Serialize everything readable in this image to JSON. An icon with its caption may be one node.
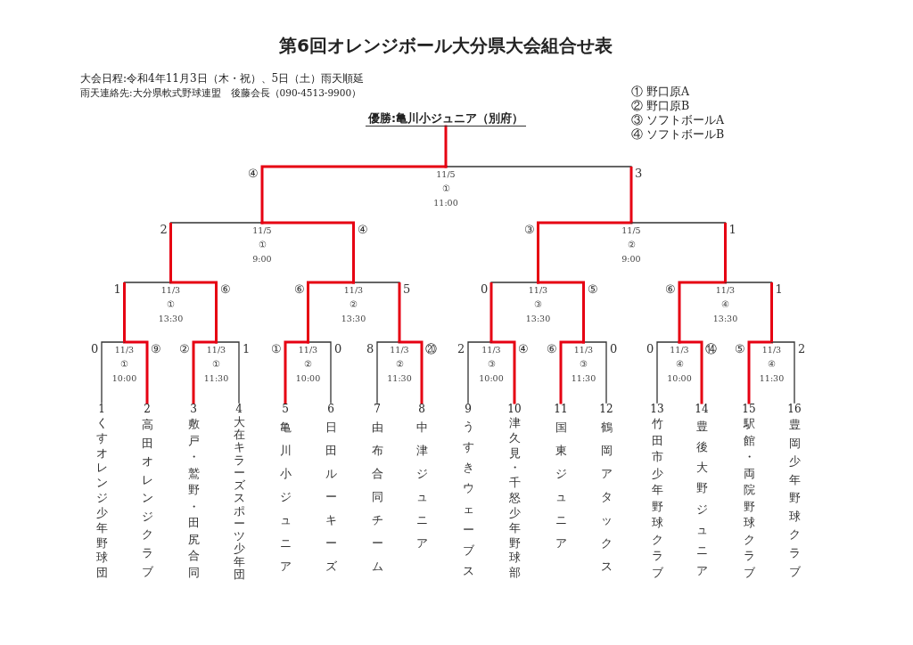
{
  "diagram": {
    "title": "第6回オレンジボール大分県大会組合せ表",
    "nodes": [
      {
        "text": [
          "優勝:亀川小ジュニア（別府）"
        ]
      },
      {
        "text": [
          "11/5",
          "①",
          "11:00"
        ]
      },
      {
        "text": [
          "11/5",
          "①",
          "9:00"
        ]
      },
      {
        "text": [
          "11/5",
          "②",
          "9:00"
        ]
      },
      {
        "text": [
          "11/3",
          "①",
          "13:30"
        ]
      },
      {
        "text": [
          "11/3",
          "②",
          "13:30"
        ]
      },
      {
        "text": [
          "11/3",
          "③",
          "13:30"
        ]
      },
      {
        "text": [
          "11/3",
          "④",
          "13:30"
        ]
      },
      {
        "text": [
          "11/3",
          "①",
          "10:00"
        ]
      },
      {
        "text": [
          "11/3",
          "①",
          "11:30"
        ]
      },
      {
        "text": [
          "11/3",
          "②",
          "10:00"
        ]
      },
      {
        "text": [
          "11/3",
          "②",
          "11:30"
        ]
      },
      {
        "text": [
          "11/3",
          "③",
          "10:00"
        ]
      },
      {
        "text": [
          "11/3",
          "③",
          "11:30"
        ]
      },
      {
        "text": [
          "11/3",
          "④",
          "10:00"
        ]
      },
      {
        "text": [
          "11/3",
          "④",
          "11:30"
        ]
      },
      {
        "text": [
          "1",
          "くすオレンジ少年野球団"
        ]
      },
      {
        "text": [
          "2",
          "高田オレンジクラブ"
        ]
      },
      {
        "text": [
          "3",
          "敷戸・鷲野・田尻合同"
        ]
      },
      {
        "text": [
          "4",
          "大在キラーズスポーツ少年団"
        ]
      },
      {
        "text": [
          "5",
          "亀川小ジュニア"
        ]
      },
      {
        "text": [
          "6",
          "日田ルーキーズ"
        ]
      },
      {
        "text": [
          "7",
          "由布合同チーム"
        ]
      },
      {
        "text": [
          "8",
          "中津ジュニア"
        ]
      },
      {
        "text": [
          "9",
          "うすきウェーブス"
        ]
      },
      {
        "text": [
          "10",
          "津久見・千怒少年野球部"
        ]
      },
      {
        "text": [
          "11",
          "国東ジュニア"
        ]
      },
      {
        "text": [
          "12",
          "鶴岡アタックス"
        ]
      },
      {
        "text": [
          "13",
          "竹田市少年野球クラブ"
        ]
      },
      {
        "text": [
          "14",
          "豊後大野ジュニア"
        ]
      },
      {
        "text": [
          "15",
          "駅館・両院野球クラブ"
        ]
      },
      {
        "text": [
          "16",
          "豊岡少年野球クラブ"
        ]
      }
    ],
    "edges": [
      {
        "from": 16,
        "to": 8,
        "arrow": "none",
        "label": "0",
        "color": "#333333"
      },
      {
        "from": 17,
        "to": 8,
        "arrow": "none",
        "label": "⑨"
      },
      {
        "from": 18,
        "to": 9,
        "arrow": "none",
        "label": "②"
      },
      {
        "from": 19,
        "to": 9,
        "arrow": "none",
        "label": "1",
        "color": "#333333"
      },
      {
        "from": 20,
        "to": 10,
        "arrow": "none",
        "label": "①"
      },
      {
        "from": 21,
        "to": 10,
        "arrow": "none",
        "label": "0",
        "color": "#333333"
      },
      {
        "from": 22,
        "to": 11,
        "arrow": "none",
        "label": "8",
        "color": "#333333"
      },
      {
        "from": 23,
        "to": 11,
        "arrow": "none",
        "label": "⑳"
      },
      {
        "from": 24,
        "to": 12,
        "arrow": "none",
        "label": "2",
        "color": "#333333"
      },
      {
        "from": 25,
        "to": 12,
        "arrow": "none",
        "label": "④"
      },
      {
        "from": 26,
        "to": 13,
        "arrow": "none",
        "label": "⑥"
      },
      {
        "from": 27,
        "to": 13,
        "arrow": "none",
        "label": "0",
        "color": "#333333"
      },
      {
        "from": 28,
        "to": 14,
        "arrow": "none",
        "label": "0",
        "color": "#333333"
      },
      {
        "from": 29,
        "to": 14,
        "arrow": "none",
        "label": "⑭"
      },
      {
        "from": 30,
        "to": 15,
        "arrow": "none",
        "label": "⑤"
      },
      {
        "from": 31,
        "to": 15,
        "arrow": "none",
        "label": "2",
        "color": "#333333"
      },
      {
        "from": 8,
        "to": 4,
        "arrow": "none",
        "label": "1",
        "color": "#333333"
      },
      {
        "from": 9,
        "to": 4,
        "arrow": "none",
        "label": "⑥"
      },
      {
        "from": 10,
        "to": 5,
        "arrow": "none",
        "label": "⑥"
      },
      {
        "from": 11,
        "to": 5,
        "arrow": "none",
        "label": "5",
        "color": "#333333"
      },
      {
        "from": 12,
        "to": 6,
        "arrow": "none",
        "label": "0",
        "color": "#333333"
      },
      {
        "from": 13,
        "to": 6,
        "arrow": "none",
        "label": "⑤"
      },
      {
        "from": 14,
        "to": 7,
        "arrow": "none",
        "label": "⑥"
      },
      {
        "from": 15,
        "to": 7,
        "arrow": "none",
        "label": "1",
        "color": "#333333"
      },
      {
        "from": 4,
        "to": 2,
        "arrow": "none",
        "label": "2",
        "color": "#333333"
      },
      {
        "from": 5,
        "to": 2,
        "arrow": "none",
        "label": "④"
      },
      {
        "from": 6,
        "to": 3,
        "arrow": "none",
        "label": "③"
      },
      {
        "from": 7,
        "to": 3,
        "arrow": "none",
        "label": "1",
        "color": "#333333"
      },
      {
        "from": 2,
        "to": 1,
        "arrow": "none",
        "label": "④"
      },
      {
        "from": 3,
        "to": 1,
        "arrow": "none",
        "label": "3",
        "color": "#333333"
      },
      {
        "from": 1,
        "to": 0,
        "arrow": "none"
      }
    ],
    "labels": [
      "大会日程:令和4年11月3日（木・祝）、5日（土）雨天順延",
      "雨天連絡先:大分県軟式野球連盟　後藤会長（090-4513-9900）",
      "① 野口原A",
      "② 野口原B",
      "③ ソフトボールA",
      "④ ソフトボールB"
    ]
  }
}
